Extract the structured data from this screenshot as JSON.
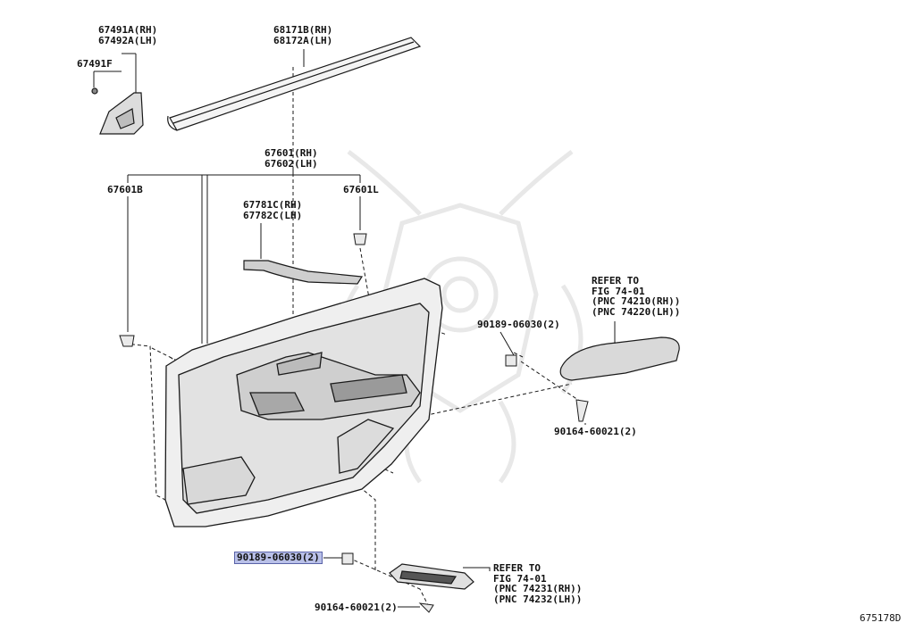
{
  "labels": {
    "p67491A": "67491A(RH)",
    "p67492A": "67492A(LH)",
    "p67491F": "67491F",
    "p68171B": "68171B(RH)",
    "p68172A": "68172A(LH)",
    "p67601": "67601(RH)",
    "p67602": "67602(LH)",
    "p67601B": "67601B",
    "p67601L": "67601L",
    "p67781C": "67781C(RH)",
    "p67782C": "67782C(LH)",
    "p90189_top": "90189-06030(2)",
    "p90164_right": "90164-60021(2)",
    "p90189_bottom": "90189-06030(2)",
    "p90164_bottom": "90164-60021(2)",
    "diagram_id": "675178D"
  },
  "refs": {
    "armrest": {
      "line1": "REFER TO",
      "line2": "FIG 74-01",
      "line3": "(PNC 74210(RH))",
      "line4": "(PNC 74220(LH))"
    },
    "switch": {
      "line1": "REFER TO",
      "line2": "FIG 74-01",
      "line3": "(PNC 74231(RH))",
      "line4": "(PNC 74232(LH))"
    }
  },
  "highlighted_part": "90189-06030(2)",
  "colors": {
    "line": "#1a1a1a",
    "highlight_bg": "#b9c0e8",
    "watermark": "#e6e6e6"
  }
}
